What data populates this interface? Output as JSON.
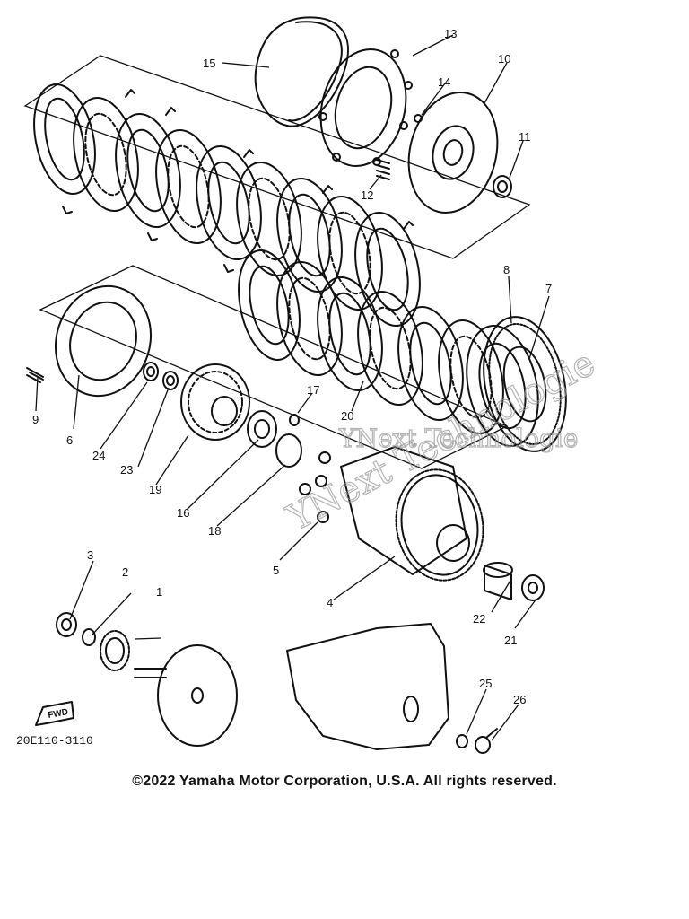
{
  "diagram": {
    "callouts": [
      {
        "id": "c1",
        "label": "1"
      },
      {
        "id": "c2",
        "label": "2"
      },
      {
        "id": "c3",
        "label": "3"
      },
      {
        "id": "c4",
        "label": "4"
      },
      {
        "id": "c5",
        "label": "5"
      },
      {
        "id": "c6",
        "label": "6"
      },
      {
        "id": "c7",
        "label": "7"
      },
      {
        "id": "c8",
        "label": "8"
      },
      {
        "id": "c9",
        "label": "9"
      },
      {
        "id": "c10",
        "label": "10"
      },
      {
        "id": "c11",
        "label": "11"
      },
      {
        "id": "c12",
        "label": "12"
      },
      {
        "id": "c13",
        "label": "13"
      },
      {
        "id": "c14",
        "label": "14"
      },
      {
        "id": "c15",
        "label": "15"
      },
      {
        "id": "c16",
        "label": "16"
      },
      {
        "id": "c17",
        "label": "17"
      },
      {
        "id": "c18",
        "label": "18"
      },
      {
        "id": "c19",
        "label": "19"
      },
      {
        "id": "c20",
        "label": "20"
      },
      {
        "id": "c21",
        "label": "21"
      },
      {
        "id": "c22",
        "label": "22"
      },
      {
        "id": "c23",
        "label": "23"
      },
      {
        "id": "c24",
        "label": "24"
      },
      {
        "id": "c25",
        "label": "25"
      },
      {
        "id": "c26",
        "label": "26"
      }
    ],
    "fwd_label": "FWD",
    "catalog_code": "20E110-3110"
  },
  "watermark": {
    "line1": "YNext Technologie",
    "line2": "YNext Technologie"
  },
  "footer": {
    "copyright": "©2022 Yamaha Motor Corporation, U.S.A. All rights reserved."
  }
}
